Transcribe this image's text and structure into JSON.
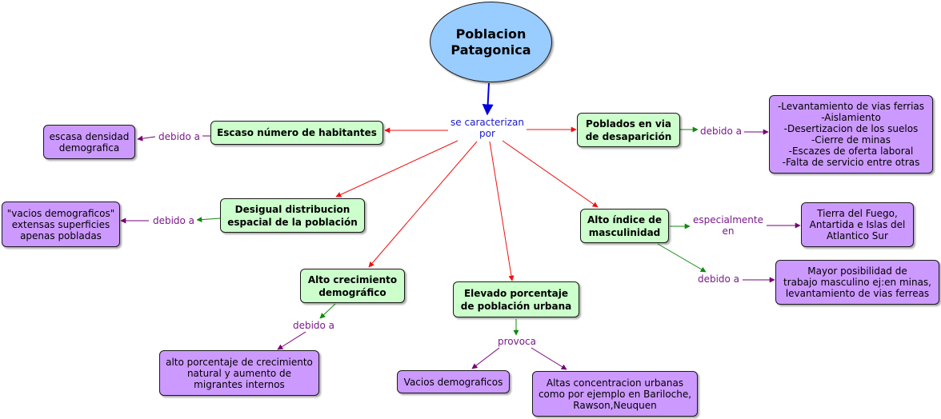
{
  "root": {
    "label": "Poblacion\nPatagonica"
  },
  "links": {
    "caracterizan": "se caracterizan\npor",
    "debido_a_1": "debido a",
    "debido_a_2": "debido a",
    "debido_a_3": "debido a",
    "debido_a_4": "debido a",
    "debido_a_5": "debido a",
    "especialmente_en": "especialmente\nen",
    "provoca": "provoca"
  },
  "concepts": {
    "escaso": "Escaso número de habitantes",
    "desigual": "Desigual distribucion\nespacial de la población",
    "alto_crecimiento": "Alto crecimiento\ndemográfico",
    "elevado": "Elevado porcentaje\nde población urbana",
    "poblados": "Poblados en via\nde desaparición",
    "masculinidad": "Alto índice de\nmasculinidad"
  },
  "details": {
    "escasa_densidad": "escasa densidad\ndemografica",
    "vacios_comillas": "\"vacios demograficos\"\nextensas superficies\napenas pobladas",
    "alto_porcentaje": "alto porcentaje de crecimiento\nnatural y aumento de\nmigrantes internos",
    "vacios": "Vacios demograficos",
    "altas_concentracion": "Altas concentracion urbanas\ncomo por ejemplo en Bariloche,\nRawson,Neuquen",
    "causas": "-Levantamiento de vias ferrias\n-Aislamiento\n-Desertizacion de los suelos\n-Cierre de minas\n-Escazes de oferta laboral\n-Falta de servicio entre otras",
    "tierra_fuego": "Tierra del Fuego,\nAntartida e Islas del\nAtlantico Sur",
    "mayor_posibilidad": "Mayor posibilidad de\ntrabajo masculino ej:en minas,\nlevantamiento de vias ferreas"
  },
  "colors": {
    "root_fill": "#99ccff",
    "concept_fill": "#ccffcc",
    "detail_fill": "#cc99ff",
    "arrow_blue": "#0000dd",
    "arrow_red": "#ee1111",
    "arrow_green": "#118811",
    "arrow_purple": "#770077"
  }
}
